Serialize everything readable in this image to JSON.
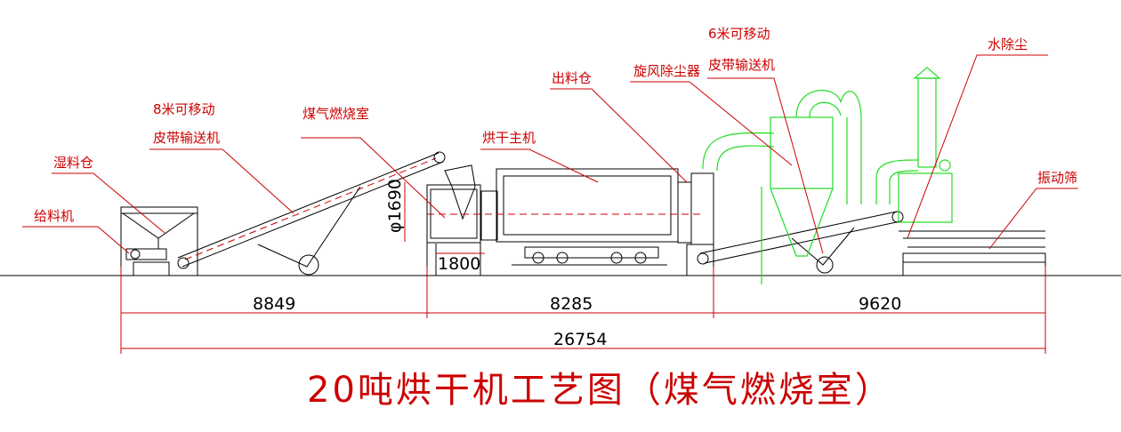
{
  "colors": {
    "label": "#cc0000",
    "line": "#000000",
    "duct": "#22dd22"
  },
  "labels": {
    "wet_bin": "湿料仓",
    "feeder": "给料机",
    "conveyor_8m_line1": "8米可移动",
    "conveyor_8m_line2": "皮带输送机",
    "gas_combustion_chamber": "煤气燃烧室",
    "dryer_main": "烘干主机",
    "discharge_bin": "出料仓",
    "cyclone": "旋风除尘器",
    "conveyor_6m_line1": "6米可移动",
    "conveyor_6m_line2": "皮带输送机",
    "water_dust_collector": "水除尘",
    "vibrating_screen": "振动筛"
  },
  "dimensions": {
    "diameter": "φ1690",
    "length_1800": "1800",
    "segment_1": "8849",
    "segment_2": "8285",
    "segment_3": "9620",
    "total": "26754"
  },
  "title": "20吨烘干机工艺图（煤气燃烧室）"
}
